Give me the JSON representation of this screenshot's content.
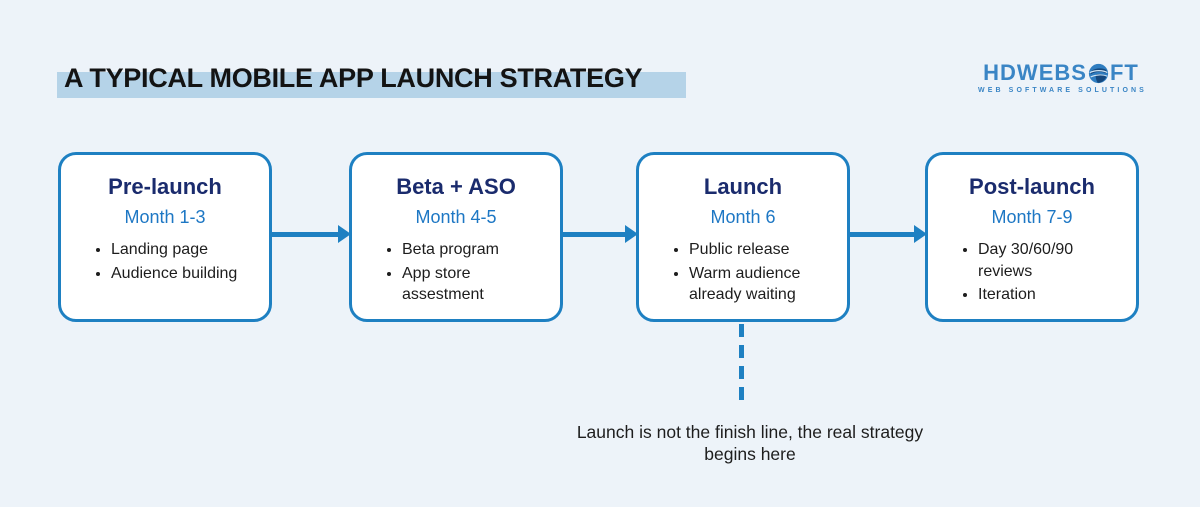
{
  "page": {
    "title": "A TYPICAL MOBILE APP LAUNCH STRATEGY"
  },
  "logo": {
    "text_pre": "HDWEBS",
    "text_post": "FT",
    "tagline": "WEB SOFTWARE SOLUTIONS"
  },
  "steps": [
    {
      "title": "Pre-launch",
      "period": "Month 1-3",
      "items": [
        "Landing page",
        "Audience building"
      ]
    },
    {
      "title": "Beta + ASO",
      "period": "Month 4-5",
      "items": [
        "Beta program",
        "App store\nassestment"
      ]
    },
    {
      "title": "Launch",
      "period": "Month 6",
      "items": [
        "Public release",
        "Warm audience\nalready waiting"
      ]
    },
    {
      "title": "Post-launch",
      "period": "Month 7-9",
      "items": [
        "Day 30/60/90\nreviews",
        "Iteration"
      ]
    }
  ],
  "note": {
    "line1": "Launch is not the finish line, the real strategy",
    "line2": "begins here"
  },
  "colors": {
    "accent": "#1e80c2",
    "heading": "#1a2b6d",
    "period": "#1d77c4",
    "text": "#1d1d1d",
    "highlight": "#b5d3e8",
    "background": "#edf3f9",
    "logo": "#3a85c5"
  }
}
